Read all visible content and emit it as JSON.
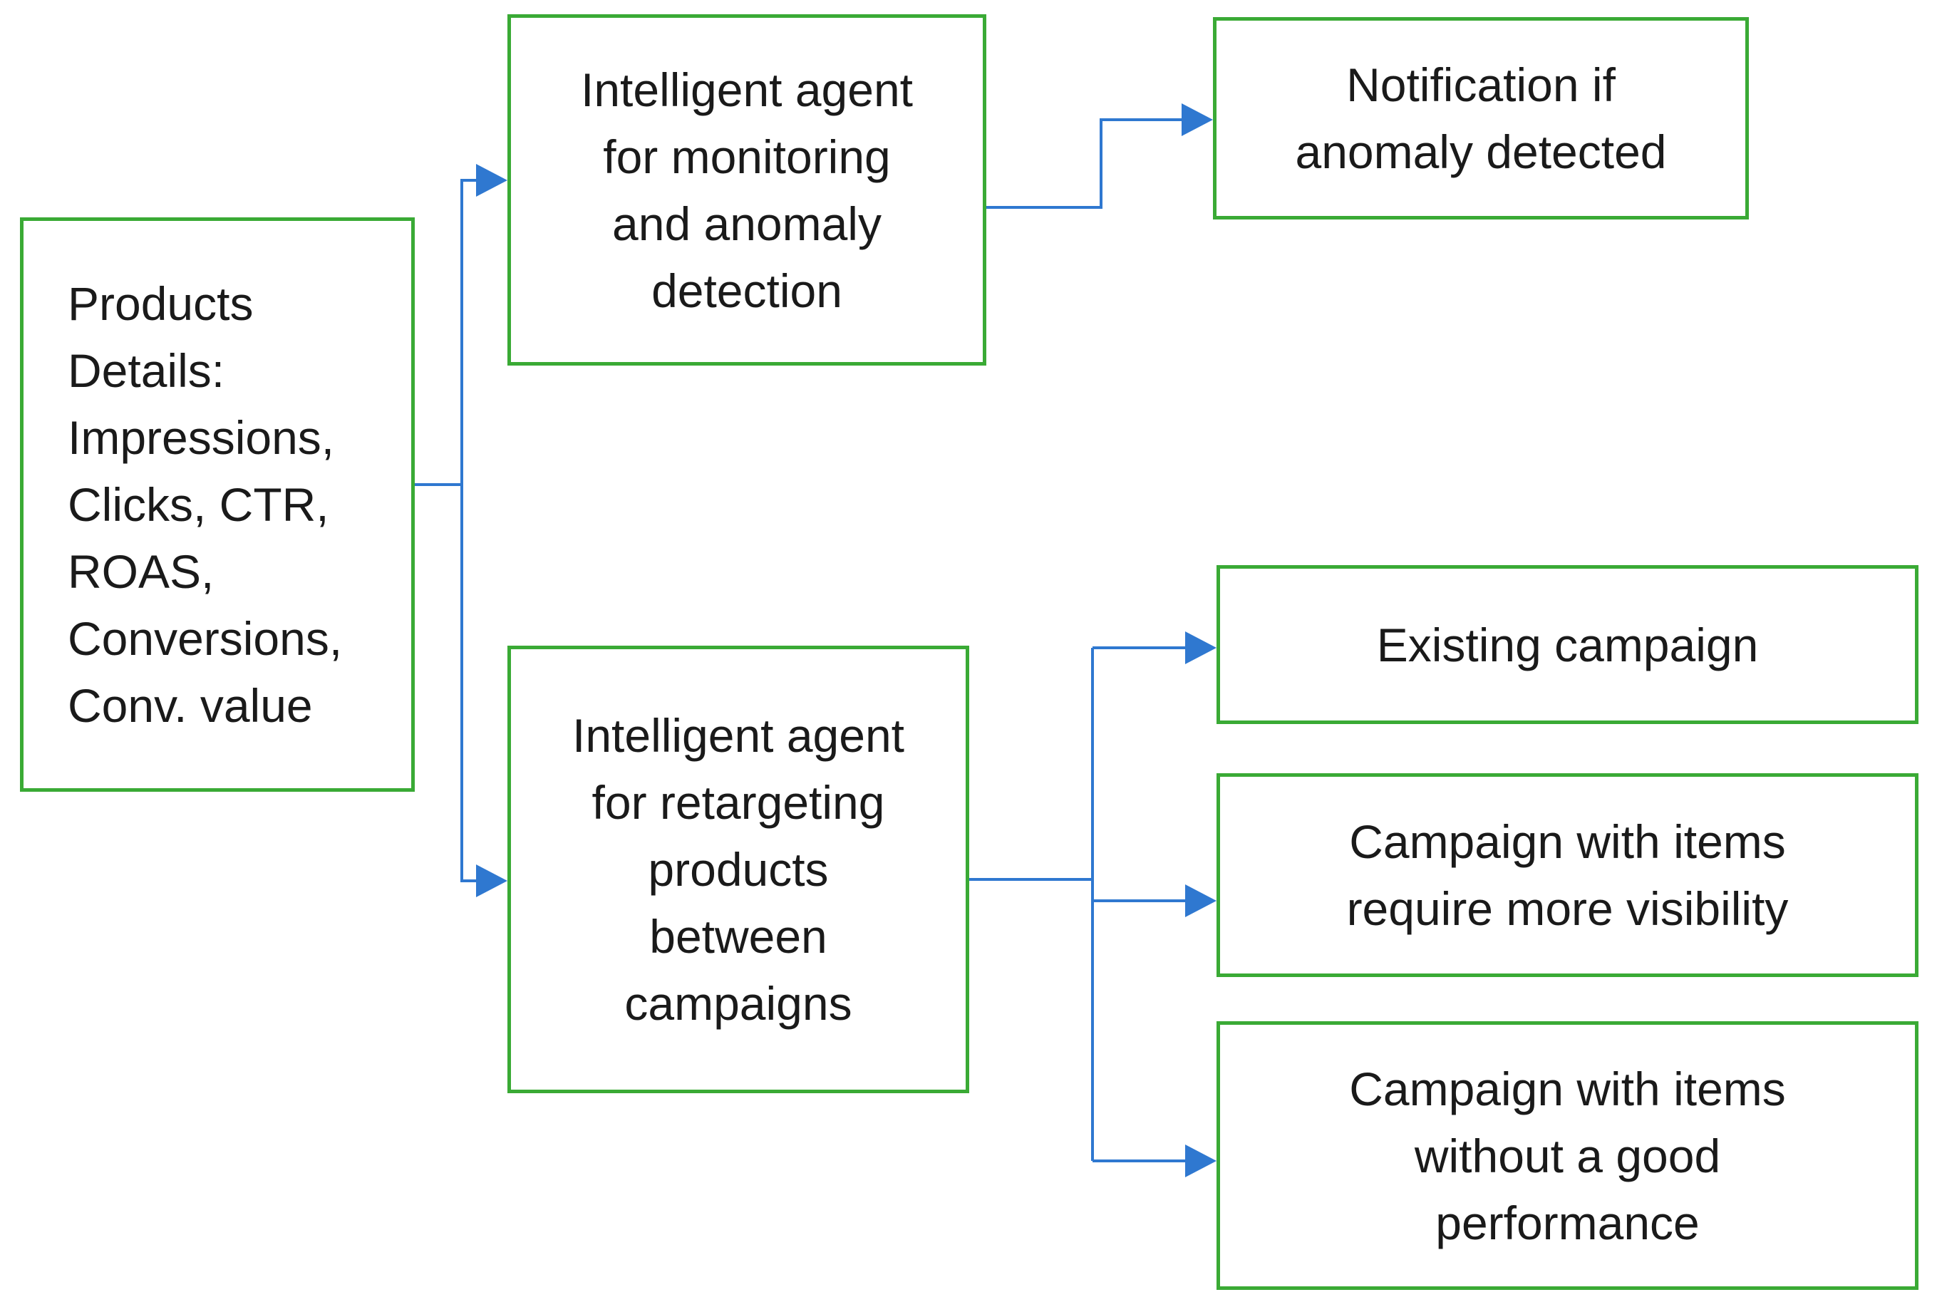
{
  "nodes": {
    "input": {
      "lines": [
        "Products",
        "Details:",
        "Impressions,",
        "Clicks, CTR,",
        "ROAS,",
        "Conversions,",
        "Conv. value"
      ]
    },
    "monitor_agent": {
      "lines": [
        "Intelligent agent",
        "for monitoring",
        "and anomaly",
        "detection"
      ]
    },
    "notification": {
      "lines": [
        "Notification if",
        "anomaly detected"
      ]
    },
    "retarget_agent": {
      "lines": [
        "Intelligent agent",
        "for retargeting",
        "products",
        "between",
        "campaigns"
      ]
    },
    "existing_campaign": {
      "lines": [
        "Existing campaign"
      ]
    },
    "visibility_campaign": {
      "lines": [
        "Campaign with items",
        "require more visibility"
      ]
    },
    "performance_campaign": {
      "lines": [
        "Campaign with items",
        "without a good",
        "performance"
      ]
    }
  },
  "colors": {
    "box_border": "#3aaa35",
    "connector": "#2f78d0",
    "text": "#1a1a1a"
  }
}
